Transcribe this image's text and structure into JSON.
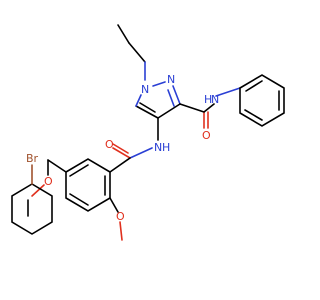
{
  "molecule": {
    "atoms": {
      "n1": "N",
      "n2": "N",
      "nh_amide_top": "N",
      "h_amide_top": "H",
      "nh_amide_mid": "N",
      "h_amide_mid": "H",
      "o_amide_top": "O",
      "o_amide_mid": "O",
      "o_ether": "O",
      "o_methoxy": "O",
      "br": "Br"
    },
    "colors": {
      "carbon": "#000000",
      "nitrogen": "#2a3fd4",
      "oxygen": "#e0301e",
      "bromine": "#a0522d"
    }
  }
}
